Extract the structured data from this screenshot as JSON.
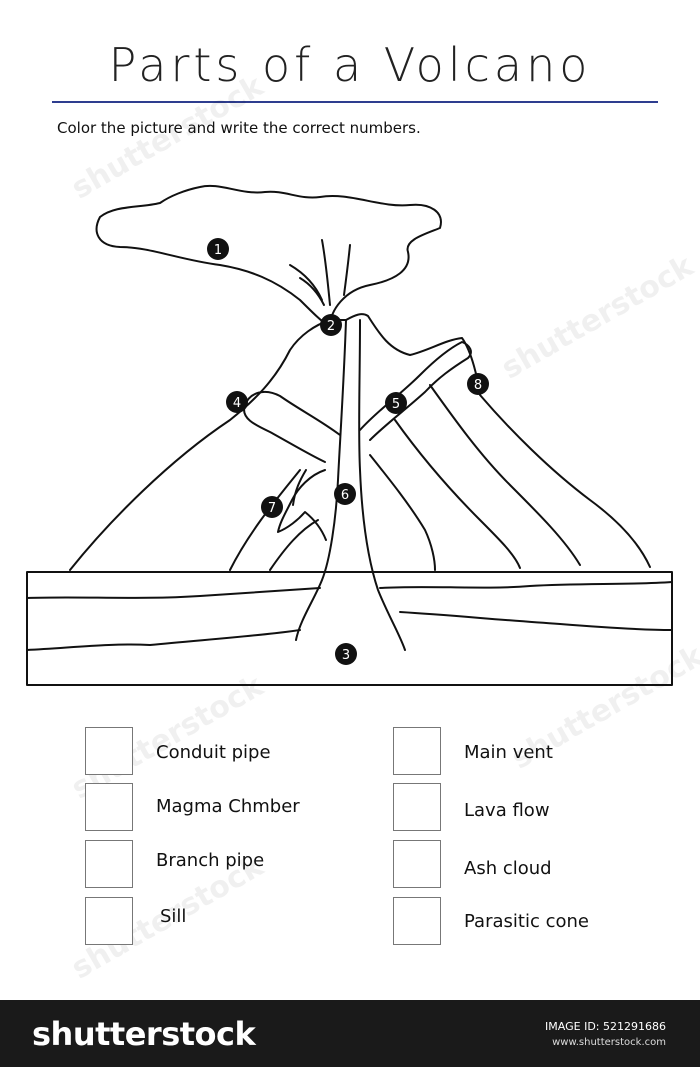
{
  "title": "Parts of a Volcano",
  "instruction": "Color the picture and write the correct numbers.",
  "markers": [
    "1",
    "2",
    "3",
    "4",
    "5",
    "6",
    "7",
    "8"
  ],
  "options_left": [
    "Conduit pipe",
    "Magma Chmber",
    "Branch pipe",
    "Sill"
  ],
  "options_right": [
    "Main vent",
    "Lava flow",
    "Ash cloud",
    "Parasitic cone"
  ],
  "footer": {
    "logo": "shutterstock",
    "image_id": "IMAGE ID: 521291686",
    "url": "www.shutterstock.com"
  },
  "watermark": "shutterstock",
  "colors": {
    "rule": "#2e3d8f",
    "footer_bg": "#1a1a1a"
  }
}
